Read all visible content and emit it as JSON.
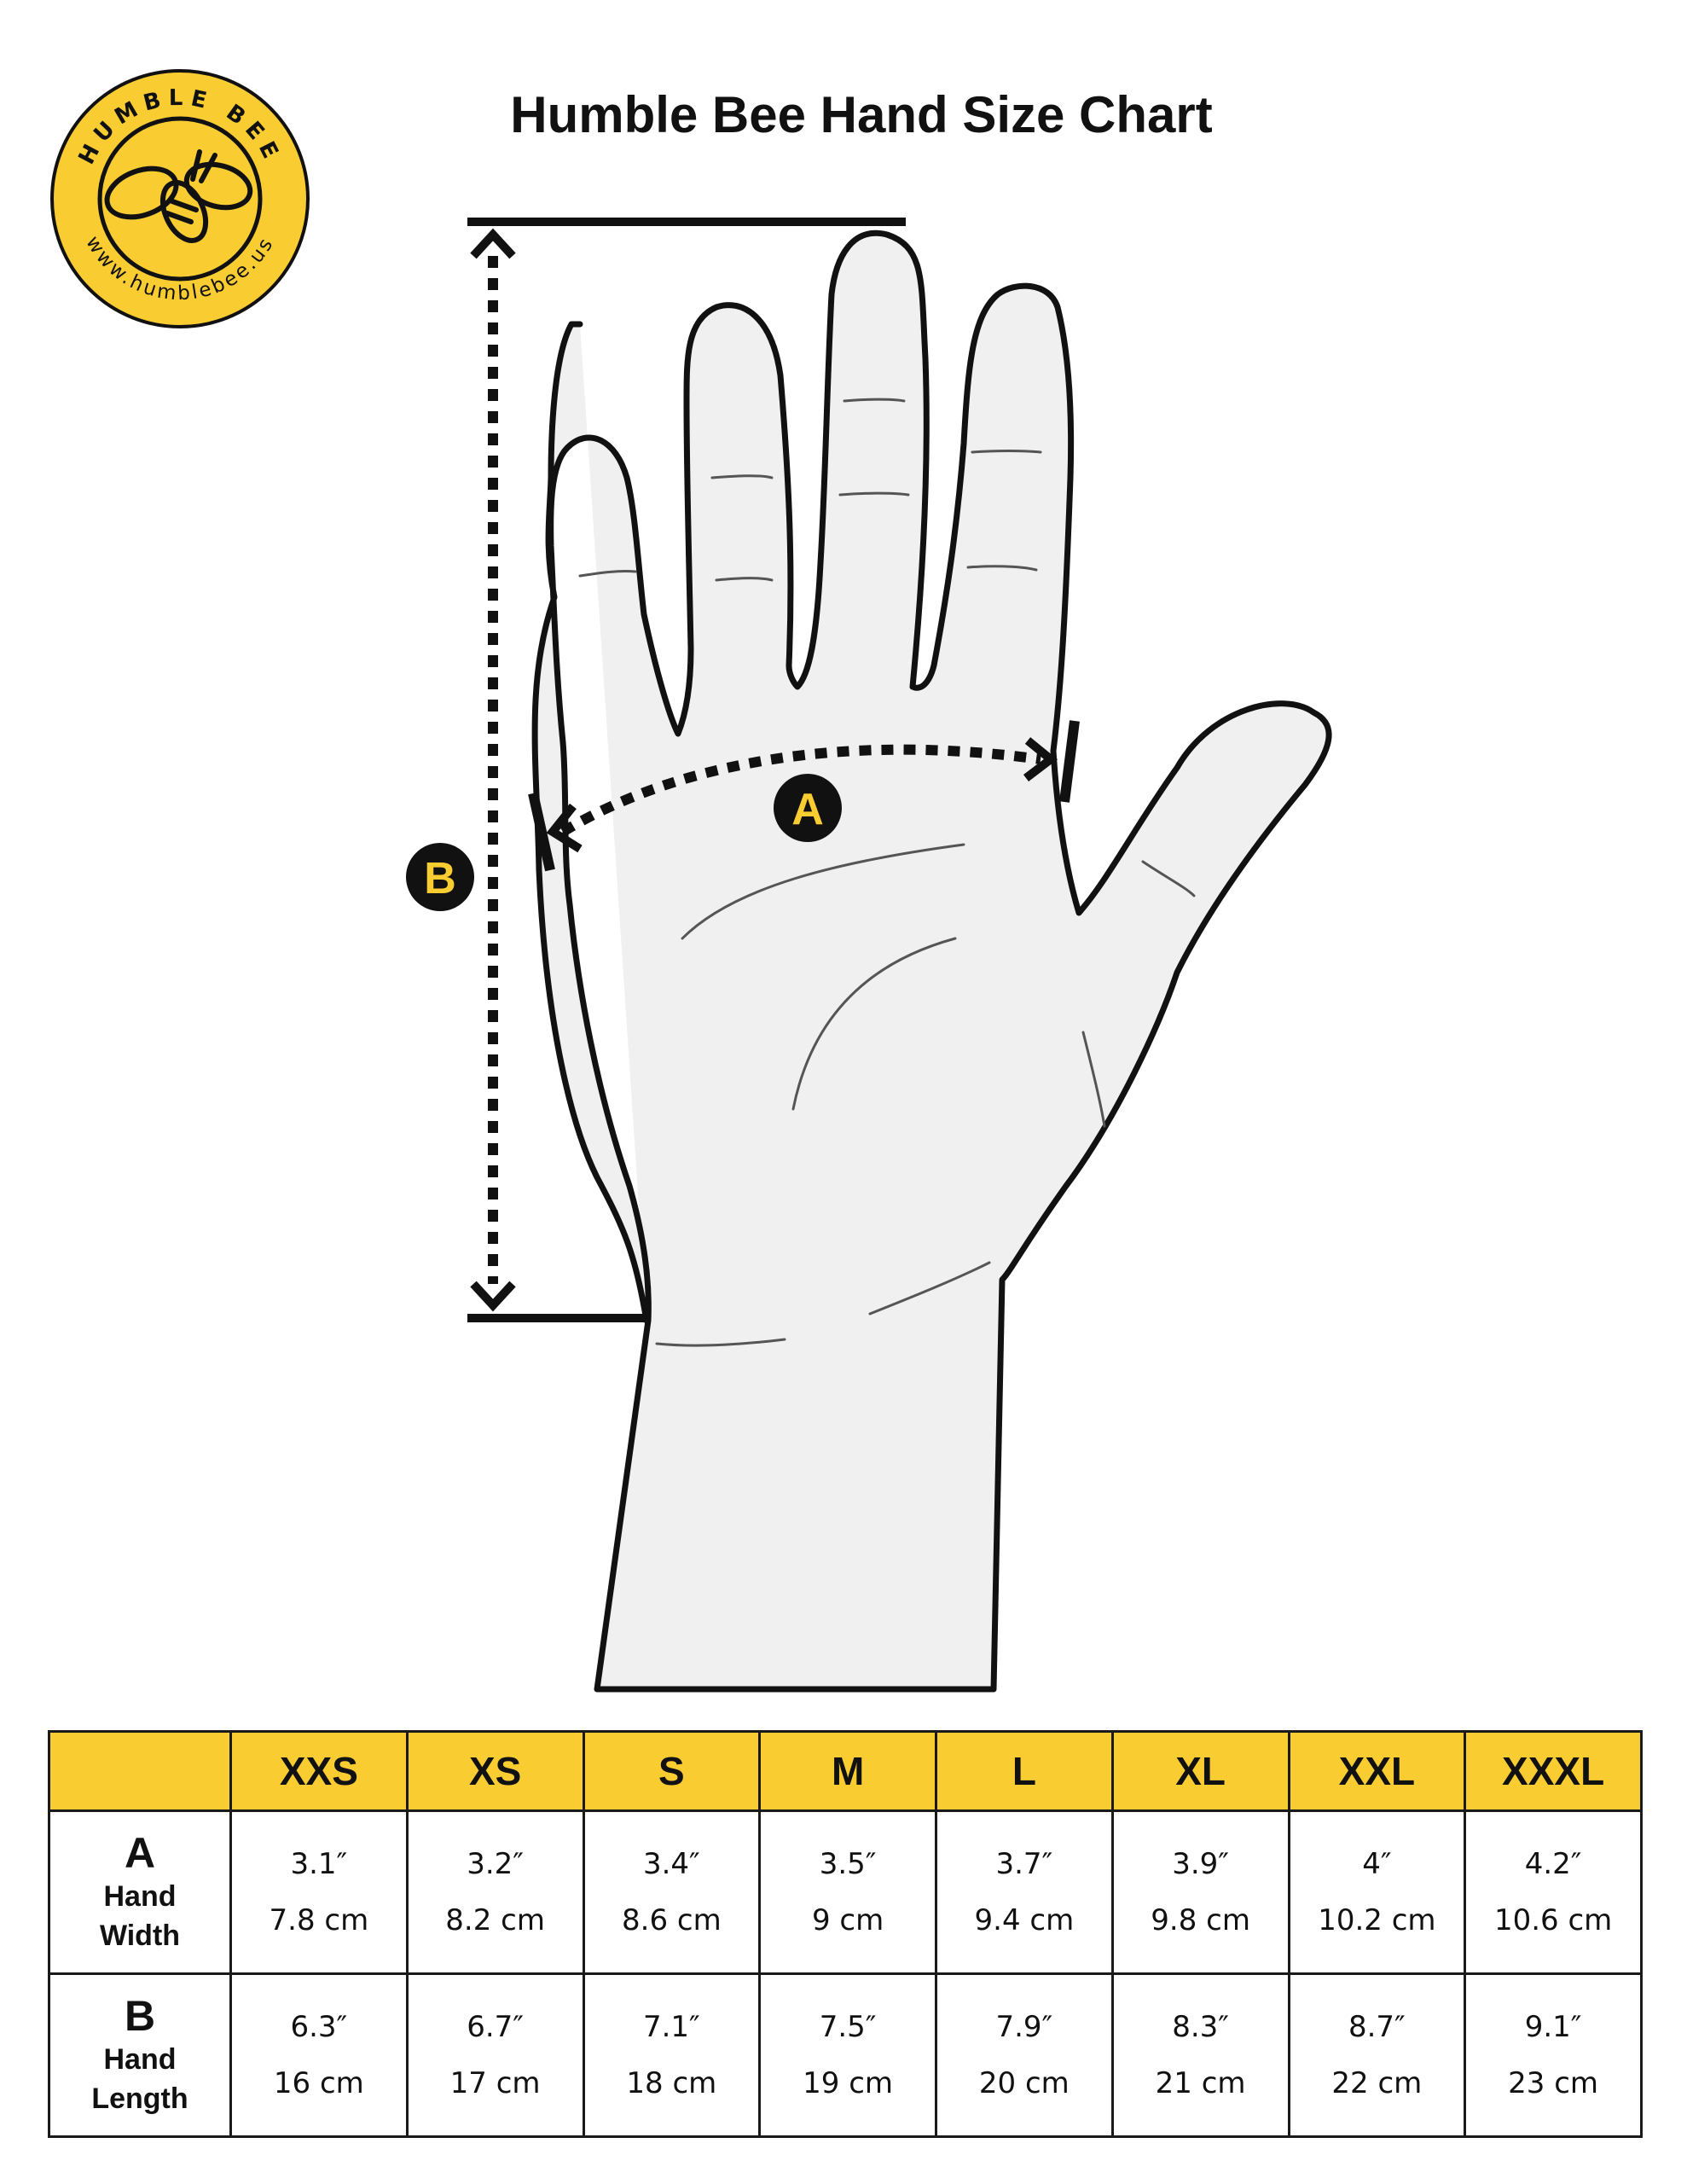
{
  "brand": {
    "ring_text_top": "HUMBLE BEE",
    "ring_text_bottom": "www.humblebee.us",
    "accent_color": "#f9cc32"
  },
  "title": "Humble Bee Hand Size Chart",
  "markers": {
    "a": "A",
    "b": "B"
  },
  "icons": {
    "logo": "bee-icon",
    "hand": "hand-outline-icon"
  },
  "table": {
    "sizes": [
      "XXS",
      "XS",
      "S",
      "M",
      "L",
      "XL",
      "XXL",
      "XXXL"
    ],
    "rows": [
      {
        "letter": "A",
        "label_line1": "Hand",
        "label_line2": "Width",
        "inches": [
          "3.1″",
          "3.2″",
          "3.4″",
          "3.5″",
          "3.7″",
          "3.9″",
          "4″",
          "4.2″"
        ],
        "cm": [
          "7.8 cm",
          "8.2 cm",
          "8.6 cm",
          "9 cm",
          "9.4 cm",
          "9.8 cm",
          "10.2 cm",
          "10.6 cm"
        ]
      },
      {
        "letter": "B",
        "label_line1": "Hand",
        "label_line2": "Length",
        "inches": [
          "6.3″",
          "6.7″",
          "7.1″",
          "7.5″",
          "7.9″",
          "8.3″",
          "8.7″",
          "9.1″"
        ],
        "cm": [
          "16 cm",
          "17 cm",
          "18 cm",
          "19 cm",
          "20 cm",
          "21 cm",
          "22 cm",
          "23 cm"
        ]
      }
    ]
  }
}
